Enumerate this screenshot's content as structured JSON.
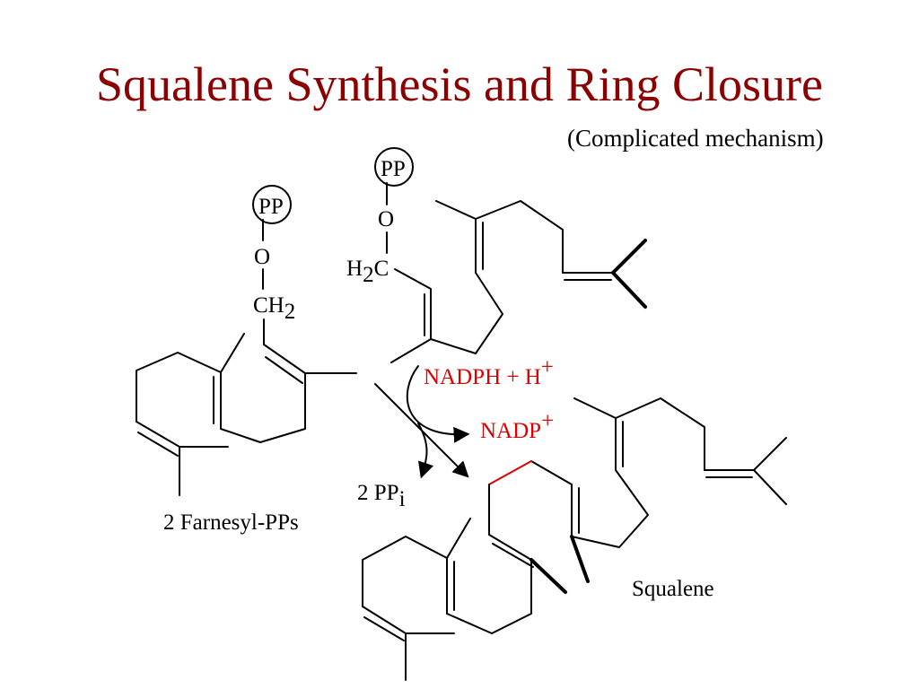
{
  "slide": {
    "title": "Squalene Synthesis and Ring Closure",
    "subtitle": "(Complicated mechanism)",
    "title_color": "#8B0000",
    "reagent_color": "#dd0000"
  },
  "farnesyl_pp_left": {
    "pp": "PP",
    "o": "O",
    "ch": "CH",
    "ch_sub": "2"
  },
  "farnesyl_pp_right": {
    "pp": "PP",
    "o": "O",
    "h": "H",
    "h_sub": "2",
    "c": "C"
  },
  "reaction": {
    "reagent_in": "NADPH + H",
    "reagent_in_sup": "+",
    "reagent_out": "NADP",
    "reagent_out_sup": "+",
    "byproduct": "2 PP",
    "byproduct_sub": "i"
  },
  "labels": {
    "reactant": "2 Farnesyl-PPs",
    "product": "Squalene"
  },
  "icons": {
    "reaction_arrow": "straight-arrow-icon",
    "curved_arrow_in": "curved-arrow-icon",
    "curved_arrow_out": "curved-arrow-icon"
  }
}
